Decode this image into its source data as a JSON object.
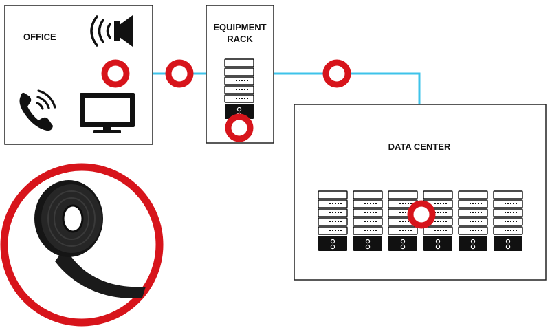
{
  "colors": {
    "cable": "#3ec3ea",
    "marker": "#d7141b",
    "box_stroke": "#222222",
    "device": "#111111"
  },
  "office": {
    "label": "OFFICE",
    "icons": [
      "speaker-icon",
      "phone-icon",
      "monitor-icon"
    ]
  },
  "rack": {
    "label_line1": "EQUIPMENT",
    "label_line2": "RACK",
    "icons": [
      "server-tower-icon"
    ]
  },
  "datacenter": {
    "label": "DATA CENTER",
    "server_count": 6,
    "icons": [
      "server-tower-icon"
    ]
  },
  "product": {
    "name": "hook-and-loop-tape-roll",
    "icons": [
      "tape-roll-icon"
    ]
  }
}
